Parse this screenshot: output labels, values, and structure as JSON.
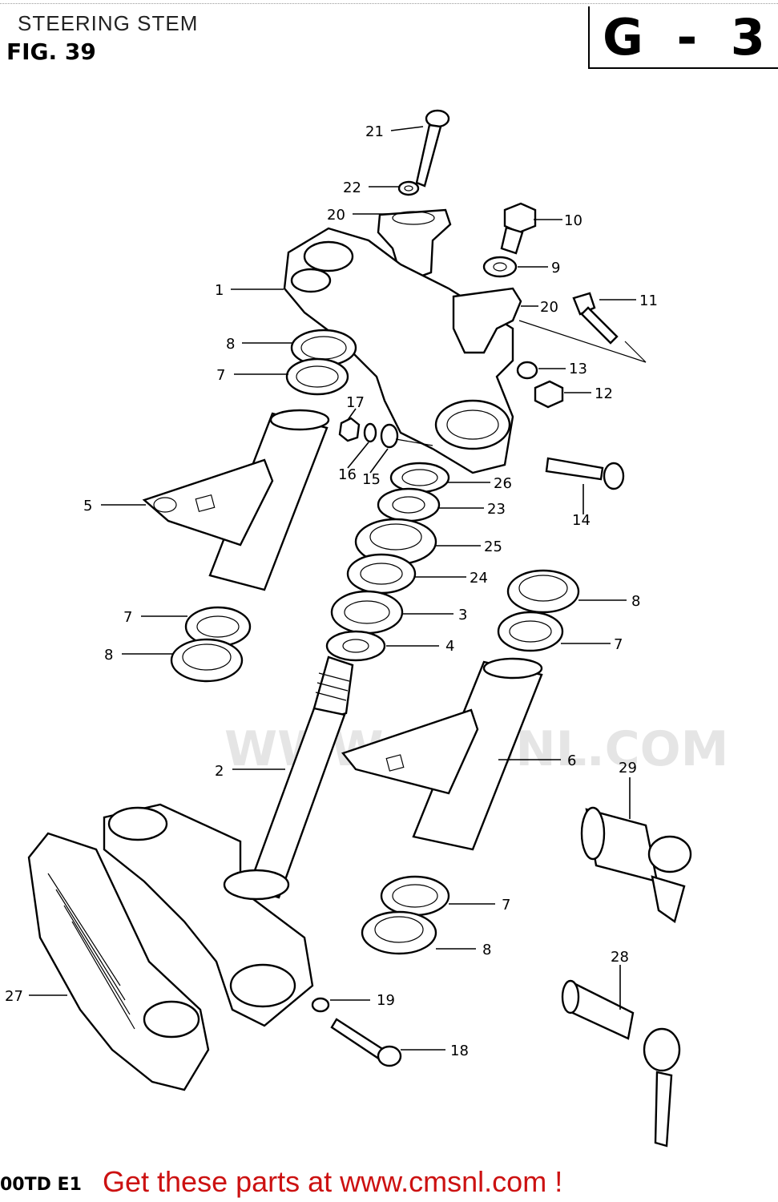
{
  "header": {
    "title": "STEERING STEM",
    "figure": "FIG. 39",
    "section_code": "G - 3"
  },
  "footer": {
    "model_code": "00TD E1",
    "link_text": "Get these parts at www.cmsnl.com !"
  },
  "watermark": "WWW.CMSNL.COM",
  "callouts": [
    {
      "id": "21",
      "label": "21"
    },
    {
      "id": "22",
      "label": "22"
    },
    {
      "id": "20a",
      "label": "20"
    },
    {
      "id": "10",
      "label": "10"
    },
    {
      "id": "9",
      "label": "9"
    },
    {
      "id": "1",
      "label": "1"
    },
    {
      "id": "20b",
      "label": "20"
    },
    {
      "id": "11",
      "label": "11"
    },
    {
      "id": "8a",
      "label": "8"
    },
    {
      "id": "7a",
      "label": "7"
    },
    {
      "id": "13",
      "label": "13"
    },
    {
      "id": "12",
      "label": "12"
    },
    {
      "id": "17",
      "label": "17"
    },
    {
      "id": "16",
      "label": "16"
    },
    {
      "id": "15",
      "label": "15"
    },
    {
      "id": "26",
      "label": "26"
    },
    {
      "id": "14",
      "label": "14"
    },
    {
      "id": "5",
      "label": "5"
    },
    {
      "id": "23",
      "label": "23"
    },
    {
      "id": "25",
      "label": "25"
    },
    {
      "id": "24",
      "label": "24"
    },
    {
      "id": "8b",
      "label": "8"
    },
    {
      "id": "7b",
      "label": "7"
    },
    {
      "id": "3",
      "label": "3"
    },
    {
      "id": "8c",
      "label": "8"
    },
    {
      "id": "4",
      "label": "4"
    },
    {
      "id": "7c",
      "label": "7"
    },
    {
      "id": "2",
      "label": "2"
    },
    {
      "id": "6",
      "label": "6"
    },
    {
      "id": "29",
      "label": "29"
    },
    {
      "id": "7d",
      "label": "7"
    },
    {
      "id": "8d",
      "label": "8"
    },
    {
      "id": "27",
      "label": "27"
    },
    {
      "id": "28",
      "label": "28"
    },
    {
      "id": "19",
      "label": "19"
    },
    {
      "id": "18",
      "label": "18"
    }
  ]
}
